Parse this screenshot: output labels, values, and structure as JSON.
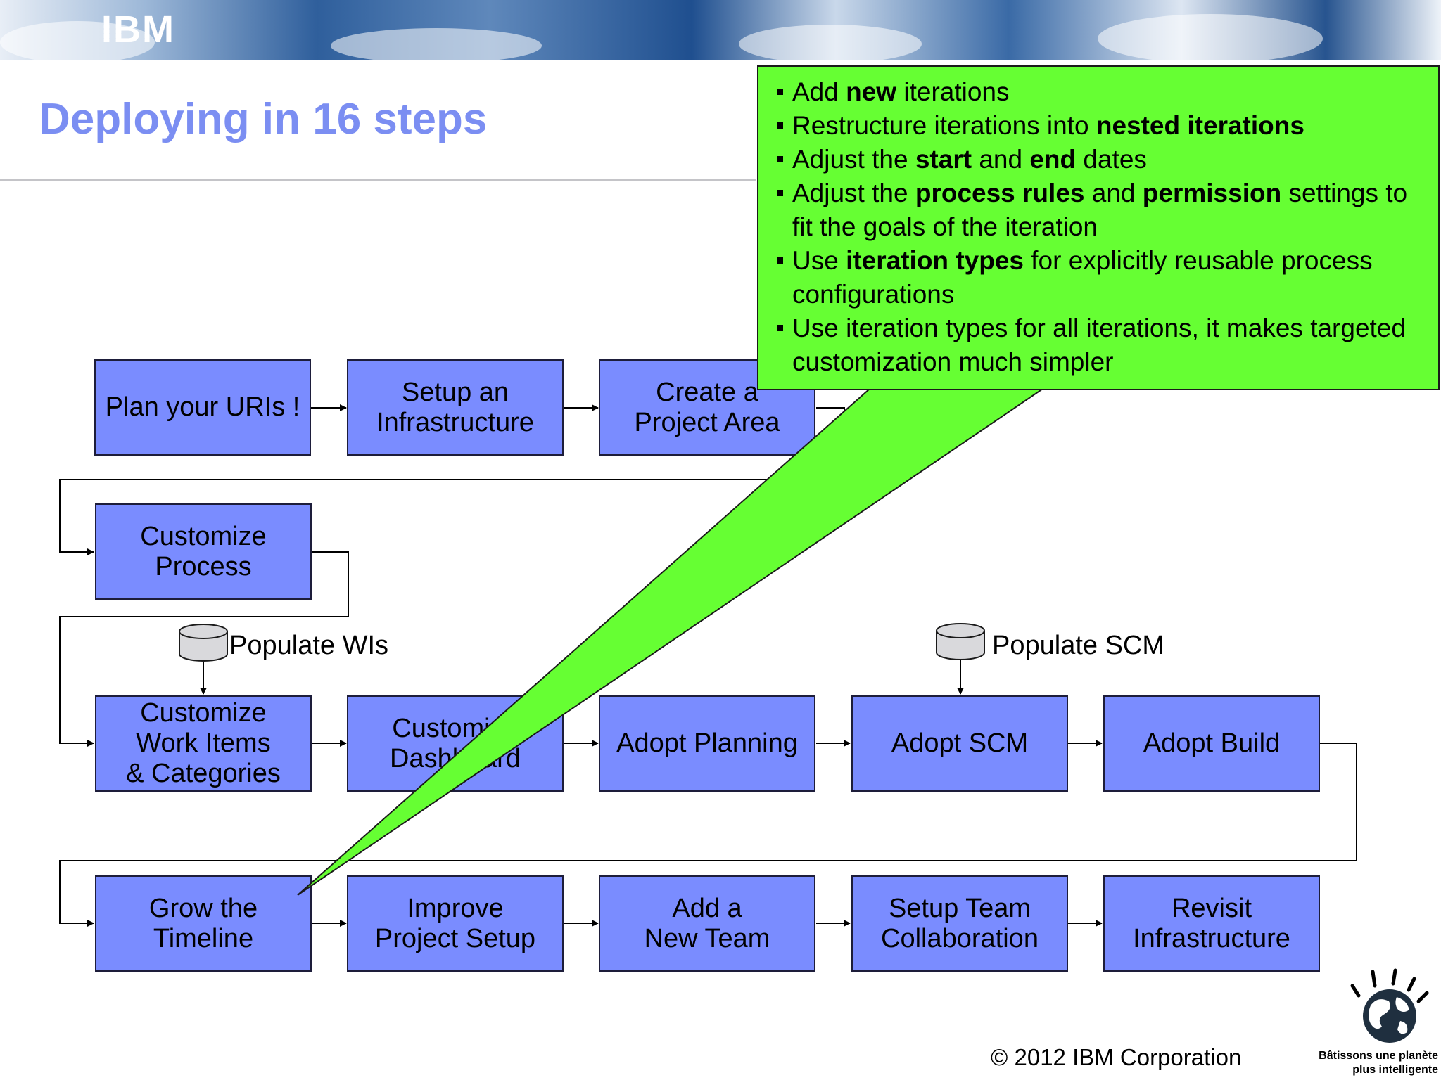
{
  "header": {
    "logo_text": "IBM",
    "title": "Deploying in 16 steps"
  },
  "colors": {
    "step_fill": "#7a8cff",
    "callout_fill": "#66ff33",
    "title_color": "#7b8ef2"
  },
  "steps": {
    "plan_uris": "Plan your URIs !",
    "setup_infrastructure": "Setup an\nInfrastructure",
    "create_project_area": "Create a\nProject Area",
    "customize_process": "Customize\nProcess",
    "customize_work_items": "Customize\nWork Items\n& Categories",
    "customize_dashboard": "Customize\nDashboard",
    "adopt_planning": "Adopt Planning",
    "adopt_scm": "Adopt SCM",
    "adopt_build": "Adopt Build",
    "grow_timeline": "Grow the\nTimeline",
    "improve_project_setup": "Improve\nProject Setup",
    "add_new_team": "Add a\nNew Team",
    "setup_team_collaboration": "Setup Team\nCollaboration",
    "revisit_infrastructure": "Revisit\nInfrastructure"
  },
  "data_sources": {
    "populate_wis": "Populate WIs",
    "populate_scm": "Populate SCM"
  },
  "callout": {
    "b1": {
      "pre": "Add ",
      "bold1": "new",
      "mid": " iterations"
    },
    "b2": {
      "pre": "Restructure iterations into ",
      "bold1": "nested iterations"
    },
    "b3": {
      "pre": "Adjust the ",
      "bold1": "start",
      "mid": " and ",
      "bold2": "end",
      "post": " dates"
    },
    "b4": {
      "pre": "Adjust the ",
      "bold1": "process rules",
      "mid": " and ",
      "bold2": "permission",
      "post": " settings to fit the goals of the iteration"
    },
    "b5": {
      "pre": "Use ",
      "bold1": "iteration types",
      "post": " for explicitly reusable process configurations"
    },
    "b6": {
      "pre": "Use iteration types for all iterations, it makes targeted customization much simpler"
    }
  },
  "footer": {
    "copyright": "© 2012 IBM Corporation",
    "tagline": "Bâtissons une planète\nplus intelligente"
  }
}
